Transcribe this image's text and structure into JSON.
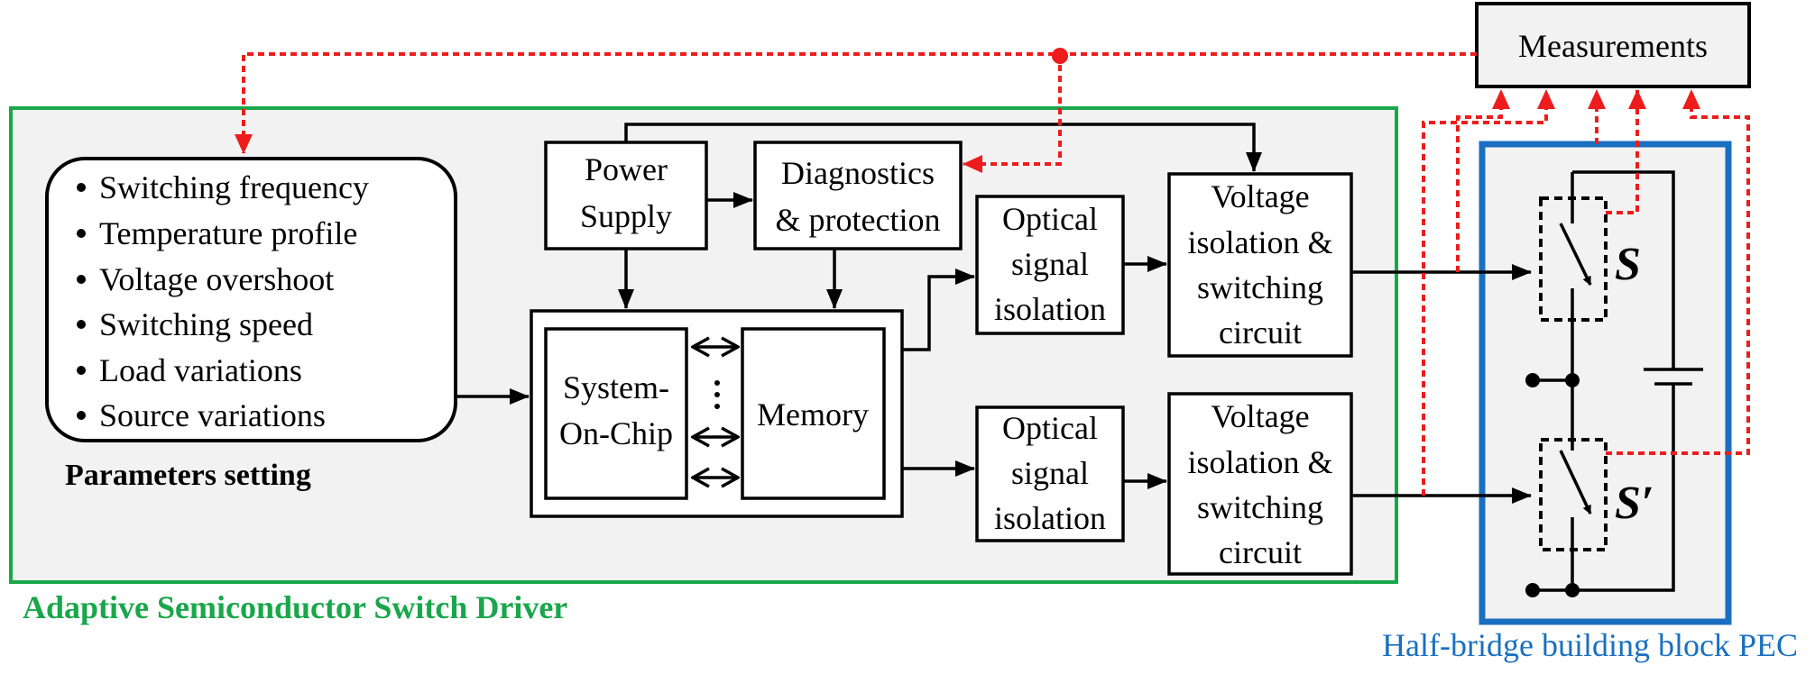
{
  "regions": {
    "driver_label": "Adaptive Semiconductor Switch Driver",
    "pec_label": "Half-bridge building block PEC"
  },
  "parameters": {
    "title": "Parameters setting",
    "items": [
      "Switching frequency",
      "Temperature profile",
      "Voltage overshoot",
      "Switching speed",
      "Load variations",
      "Source variations"
    ]
  },
  "blocks": {
    "power_supply": [
      "Power",
      "Supply"
    ],
    "diagnostics": [
      "Diagnostics",
      "& protection"
    ],
    "system_on_chip": [
      "System-",
      "On-Chip"
    ],
    "memory": "Memory",
    "optical_top": [
      "Optical",
      "signal",
      "isolation"
    ],
    "optical_bottom": [
      "Optical",
      "signal",
      "isolation"
    ],
    "voltage_top": [
      "Voltage",
      "isolation &",
      "switching",
      "circuit"
    ],
    "voltage_bottom": [
      "Voltage",
      "isolation &",
      "switching",
      "circuit"
    ],
    "measurements": "Measurements"
  },
  "switches": {
    "top": "S",
    "bottom": "S′"
  },
  "colors": {
    "feedback_red": "#ee1c1c",
    "driver_green": "#1aa64b",
    "pec_blue": "#1a6fc0",
    "region_fill": "#f2f2f2"
  }
}
